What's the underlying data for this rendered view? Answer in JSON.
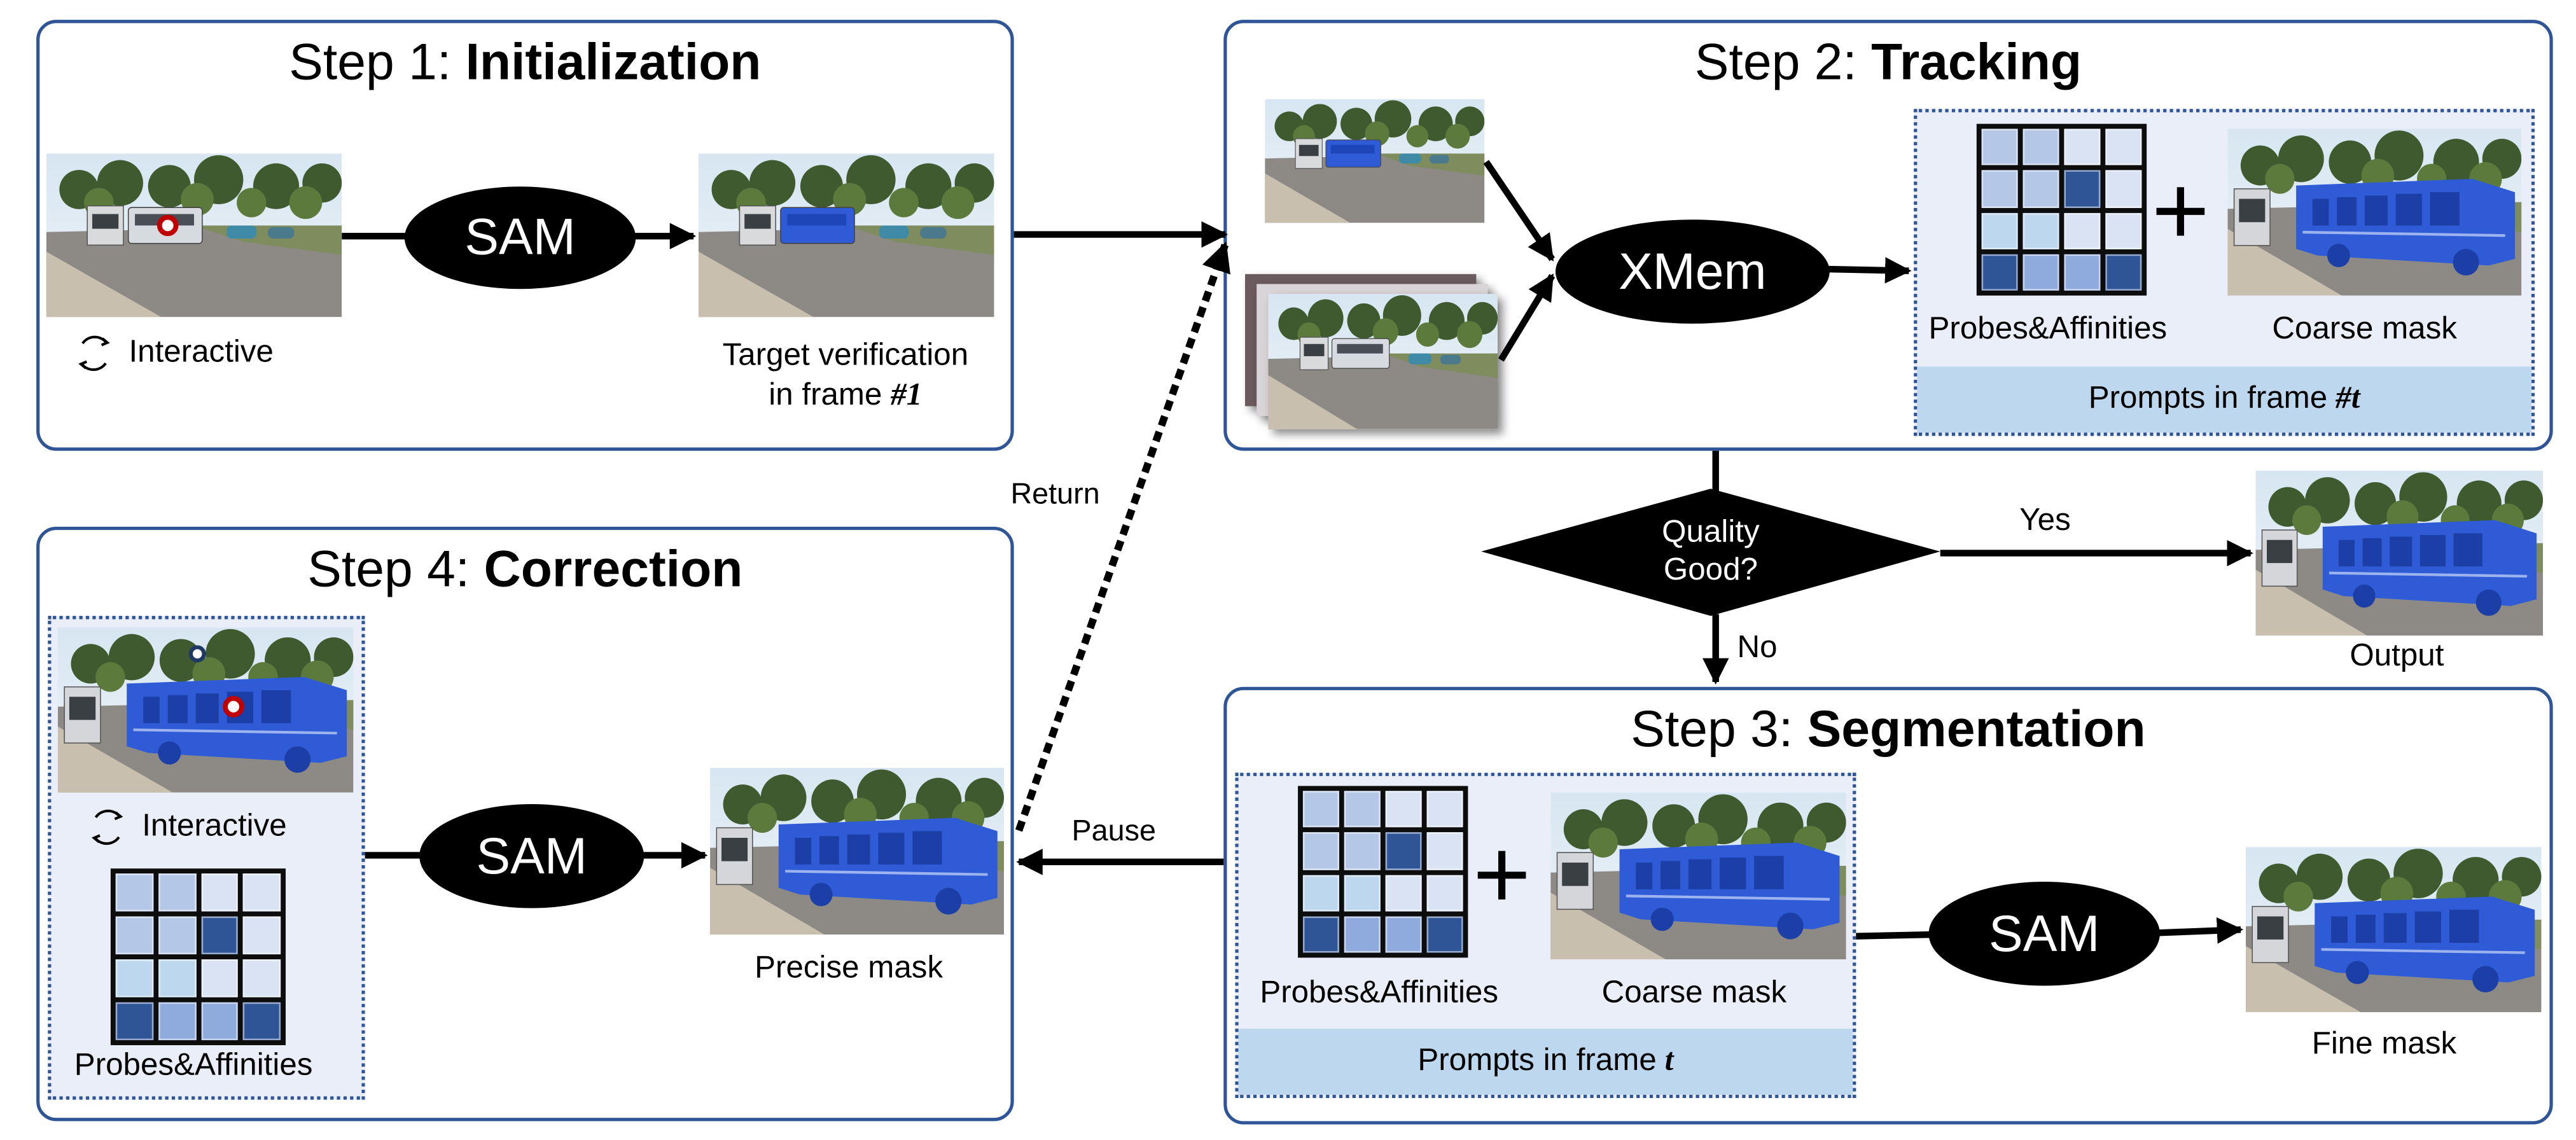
{
  "colors": {
    "box_border": "#2f5597",
    "panel_bg": "#e9eef8",
    "prompt_bar": "#bdd7ee",
    "mask_blue": "#2f5cd6",
    "click_positive": "#c00000",
    "click_negative": "#1f3864"
  },
  "grid_palette": {
    "a": "#b4c7e7",
    "b": "#dae3f3",
    "c": "#bdd7ee",
    "d": "#2f5597",
    "e": "#8faadc"
  },
  "probes_affinities_grid": [
    [
      "a",
      "a",
      "b",
      "b"
    ],
    [
      "a",
      "a",
      "d",
      "b"
    ],
    [
      "c",
      "c",
      "b",
      "b"
    ],
    [
      "d",
      "e",
      "e",
      "d"
    ]
  ],
  "step1": {
    "title_prefix": "Step 1: ",
    "title_bold": "Initialization",
    "interactive_label": "Interactive",
    "sam_label": "SAM",
    "target_line1": "Target verification",
    "target_line2_prefix": "in frame ",
    "target_line2_italic": "#1"
  },
  "step2": {
    "title_prefix": "Step 2: ",
    "title_bold": "Tracking",
    "xmem_label": "XMem",
    "probes_label": "Probes&Affinities",
    "coarse_label": "Coarse mask",
    "prompts_prefix": "Prompts in frame ",
    "prompts_italic": "#t"
  },
  "step3": {
    "title_prefix": "Step 3: ",
    "title_bold": "Segmentation",
    "probes_label": "Probes&Affinities",
    "coarse_label": "Coarse mask",
    "prompts_prefix": "Prompts in frame ",
    "prompts_italic": "t",
    "sam_label": "SAM",
    "fine_label": "Fine mask"
  },
  "step4": {
    "title_prefix": "Step 4: ",
    "title_bold": "Correction",
    "interactive_label": "Interactive",
    "probes_label": "Probes&Affinities",
    "sam_label": "SAM",
    "precise_label": "Precise mask"
  },
  "decision": {
    "line1": "Quality",
    "line2": "Good?",
    "yes_label": "Yes",
    "no_label": "No",
    "output_label": "Output"
  },
  "flow": {
    "return_label": "Return",
    "pause_label": "Pause"
  }
}
